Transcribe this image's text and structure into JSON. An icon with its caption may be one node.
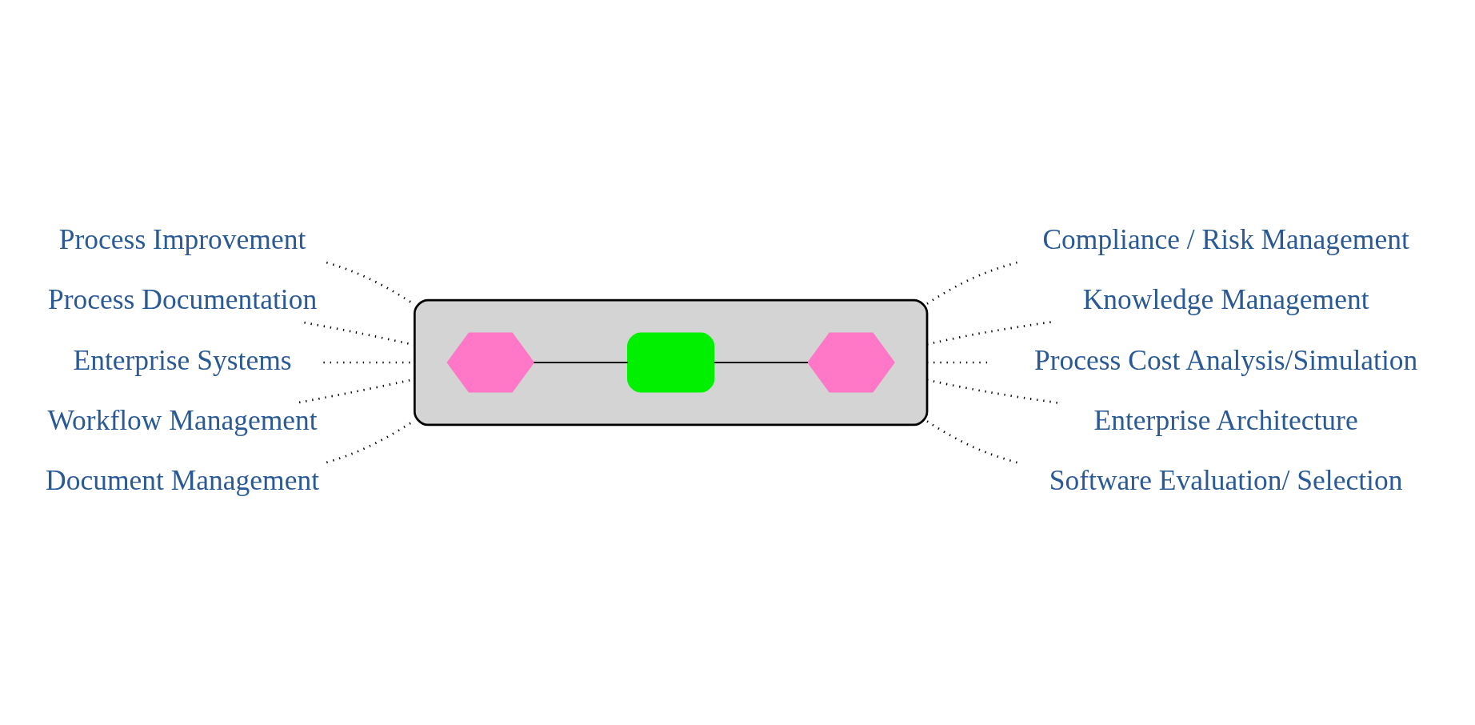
{
  "diagram": {
    "nodes": [
      {
        "text": [],
        "shape": "ellipse"
      },
      {
        "text": [],
        "shape": "hexagon",
        "in": 0
      },
      {
        "text": [],
        "shape": "box",
        "in": 0
      },
      {
        "text": [],
        "shape": "hexagon",
        "in": 0
      },
      {
        "text": [
          "Process Improvement"
        ]
      },
      {
        "text": [
          "Compliance / Risk Management"
        ]
      },
      {
        "text": [
          "Process Documentation"
        ]
      },
      {
        "text": [
          "Knowledge Management"
        ]
      },
      {
        "text": [
          "Enterprise Systems"
        ]
      },
      {
        "text": [
          "Process Cost Analysis/Simulation"
        ]
      },
      {
        "text": [
          "Workflow Management"
        ]
      },
      {
        "text": [
          "Enterprise Architecture"
        ]
      },
      {
        "text": [
          "Document Management"
        ]
      },
      {
        "text": [
          "Software Evaluation/ Selection"
        ]
      }
    ],
    "edges": [
      {
        "from": 1,
        "to": 2,
        "arrow": "none"
      },
      {
        "from": 2,
        "to": 3,
        "arrow": "none"
      },
      {
        "from": 4,
        "to": 0,
        "arrow": "none",
        "style": "dashed"
      },
      {
        "from": 0,
        "to": 5,
        "arrow": "none",
        "style": "dashed"
      },
      {
        "from": 6,
        "to": 0,
        "arrow": "none",
        "style": "dashed"
      },
      {
        "from": 0,
        "to": 7,
        "arrow": "none",
        "style": "dashed"
      },
      {
        "from": 8,
        "to": 0,
        "arrow": "none",
        "style": "dashed"
      },
      {
        "from": 0,
        "to": 9,
        "arrow": "none",
        "style": "dashed"
      },
      {
        "from": 10,
        "to": 0,
        "arrow": "none",
        "style": "dashed"
      },
      {
        "from": 0,
        "to": 11,
        "arrow": "none",
        "style": "dashed"
      },
      {
        "from": 12,
        "to": 0,
        "arrow": "none",
        "style": "dashed"
      },
      {
        "from": 0,
        "to": 13,
        "arrow": "none",
        "style": "dashed"
      }
    ]
  }
}
